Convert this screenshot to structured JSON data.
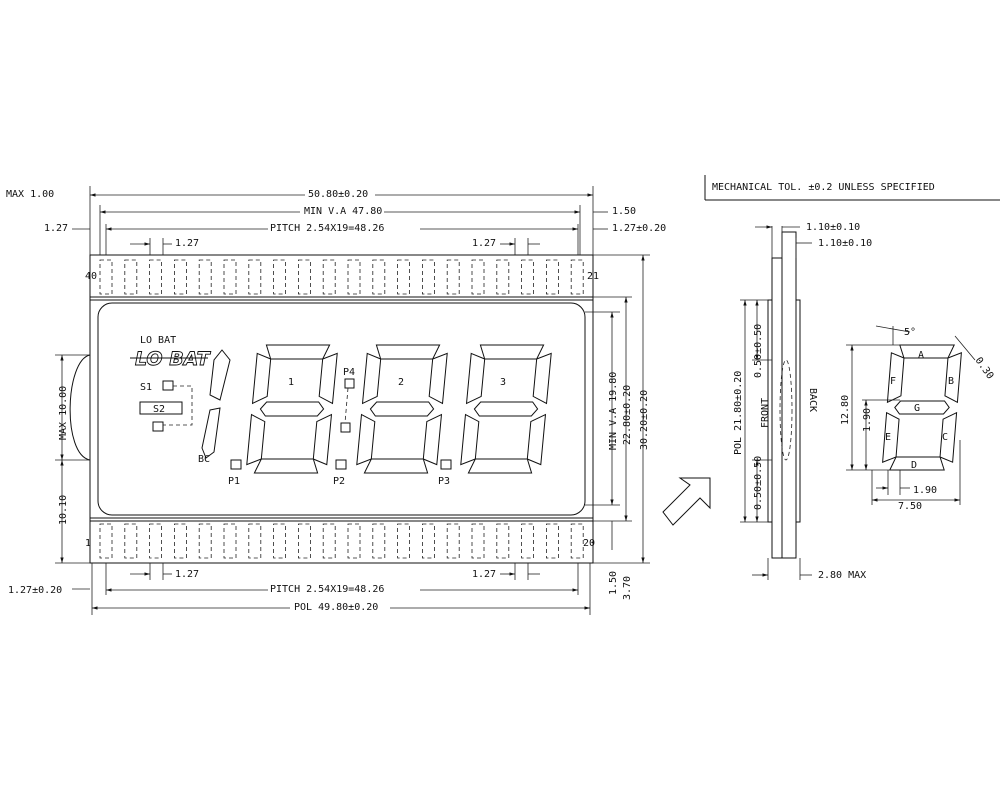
{
  "notes": {
    "tolerance": "MECHANICAL TOL. ±0.2 UNLESS SPECIFIED"
  },
  "top_dims": {
    "max_thickness": "MAX 1.00",
    "overall_width": "50.80±0.20",
    "min_va": "MIN V.A 47.80",
    "pitch": "PITCH 2.54X19=48.26",
    "pin_offset_left": "1.27",
    "pin_spacing_left": "1.27",
    "pin_spacing_right": "1.27",
    "right_offset": "1.50",
    "right_pin_offset": "1.27±0.20"
  },
  "bottom_dims": {
    "left_offset": "1.27±0.20",
    "pin_spacing_left": "1.27",
    "pin_spacing_right": "1.27",
    "pitch": "PITCH 2.54X19=48.26",
    "pol_width": "POL 49.80±0.20"
  },
  "left_dims": {
    "max_height": "MAX 10.00",
    "lower": "10.10"
  },
  "right_dims": {
    "min_va_height": "MIN V.A 19.80",
    "inner_height": "22.80±0.20",
    "overall_height": "30.20±0.20",
    "bottom_a": "1.50",
    "bottom_b": "3.70"
  },
  "pins": {
    "pin40": "40",
    "pin21": "21",
    "pin1": "1",
    "pin20": "20"
  },
  "display": {
    "lo_bat_small": "LO BAT",
    "lo_bat_big": "LO BAT",
    "s1": "S1",
    "s2": "S2",
    "bc": "BC",
    "p1": "P1",
    "p2": "P2",
    "p3": "P3",
    "p4": "P4",
    "digit1": "1",
    "digit2": "2",
    "digit3": "3"
  },
  "side_view": {
    "top_a": "1.10±0.10",
    "top_b": "1.10±0.10",
    "pol_height": "POL 21.80±0.20",
    "upper_offset": "0.50±0.50",
    "lower_offset": "0.50±0.50",
    "front": "FRONT",
    "back": "BACK",
    "thickness": "2.80 MAX"
  },
  "segment_detail": {
    "seg_a": "A",
    "seg_b": "B",
    "seg_c": "C",
    "seg_d": "D",
    "seg_e": "E",
    "seg_f": "F",
    "seg_g": "G",
    "slant": "5°",
    "seg_width": "0.30",
    "height": "12.80",
    "half_height": "1.90",
    "seg_thickness": "1.90",
    "width": "7.50"
  }
}
